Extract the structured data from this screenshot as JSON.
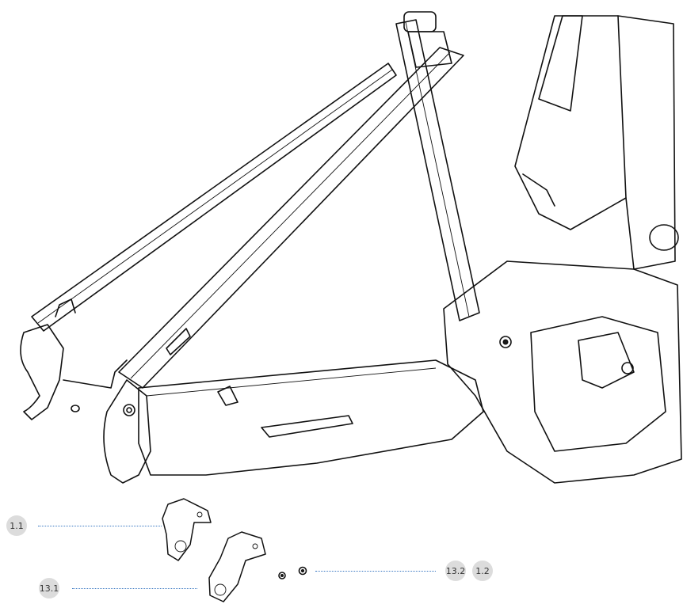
{
  "callouts": [
    {
      "id": "c1",
      "labels": [
        "1.1"
      ]
    },
    {
      "id": "c2",
      "labels": [
        "13.1"
      ]
    },
    {
      "id": "c3",
      "labels": [
        "13.2",
        "1.2"
      ]
    }
  ],
  "colors": {
    "leader_line": "#3a78c2",
    "badge_fill": "#dcdcdc",
    "line_art": "#111111"
  }
}
